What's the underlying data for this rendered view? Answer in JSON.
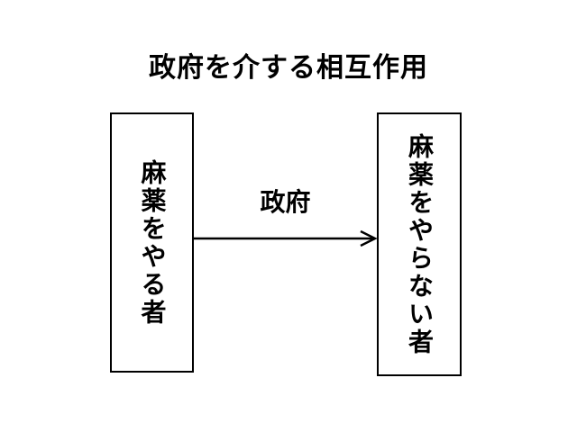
{
  "slide": {
    "title": "政府を介する相互作用",
    "left_box": {
      "label": "麻薬をやる者"
    },
    "right_box": {
      "label": "麻薬をやらない者"
    },
    "arrow": {
      "label": "政府",
      "direction": "left-to-right",
      "head_style": "open"
    },
    "colors": {
      "background": "#ffffff",
      "stroke": "#000000",
      "text": "#000000"
    }
  }
}
